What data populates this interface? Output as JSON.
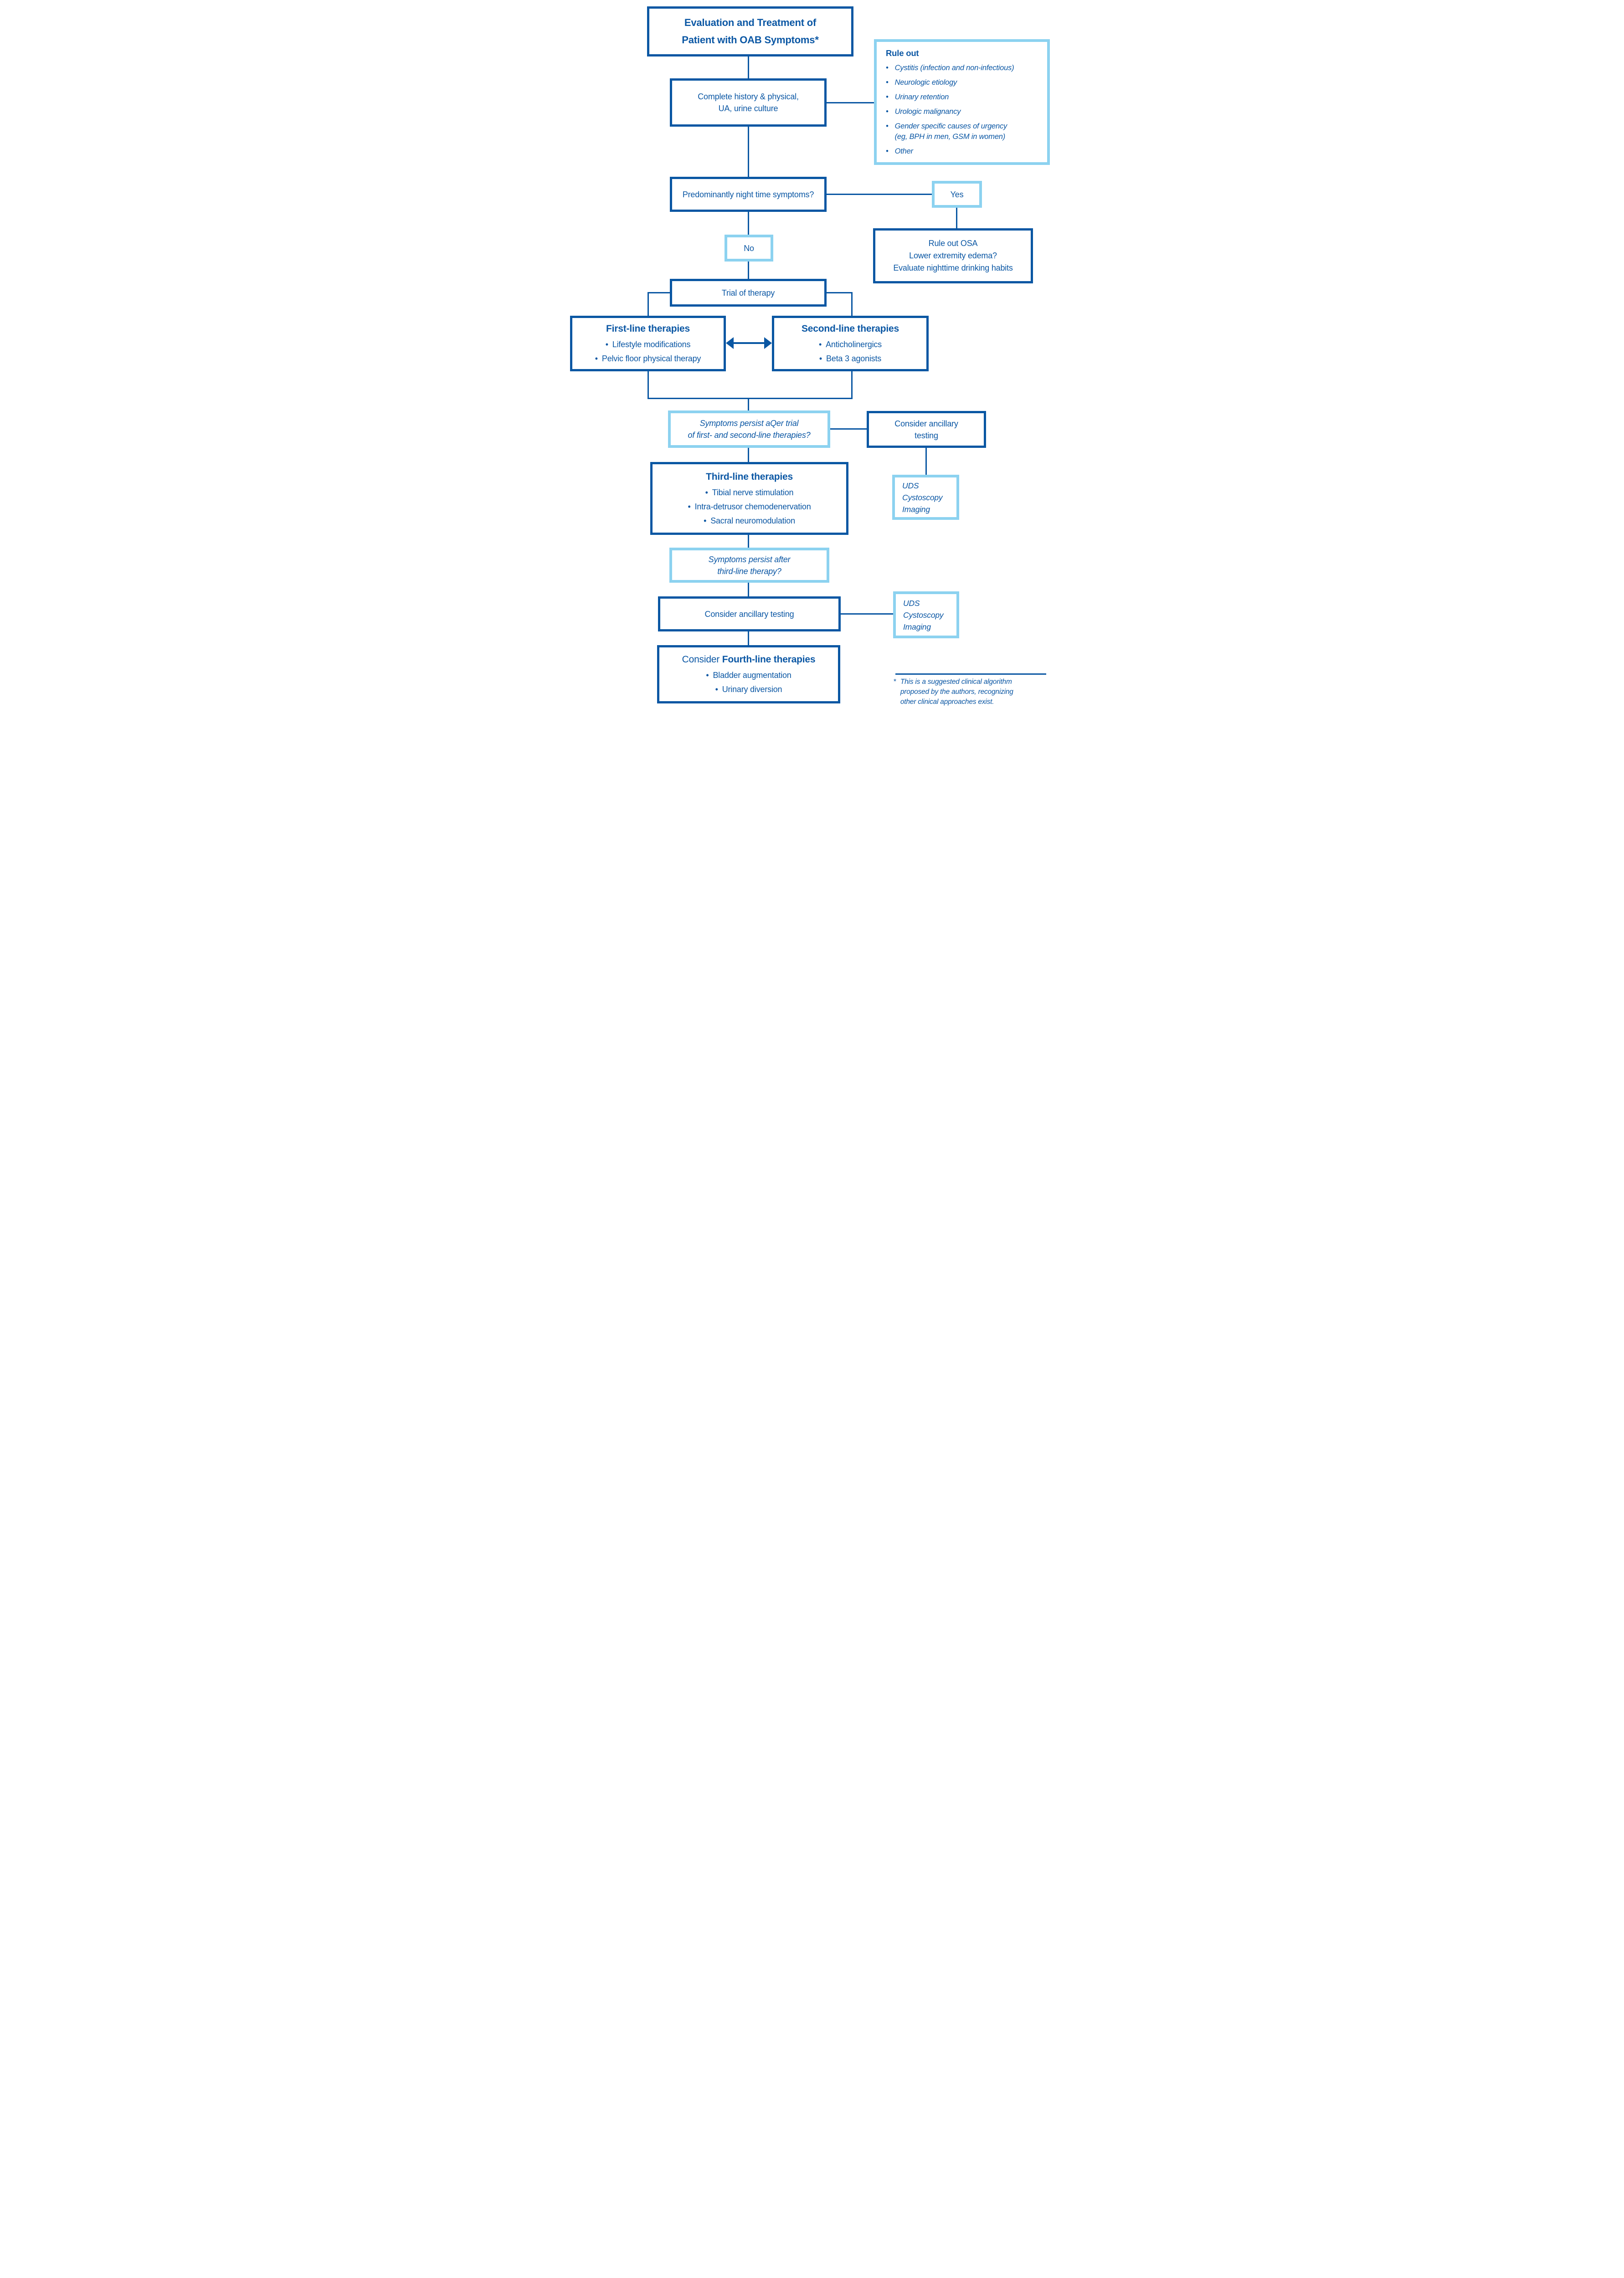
{
  "colors": {
    "dark_blue": "#0A57A3",
    "light_blue": "#8CD2F0",
    "text_blue": "#0B57A4",
    "background": "#FFFFFF"
  },
  "glyphs": {
    "bullet": "•"
  },
  "nodes": {
    "title": "Evaluation and Treatment of\nPatient with OAB Symptoms*",
    "complete_history": "Complete history & physical,\nUA, urine culture",
    "rule_out": {
      "heading": "Rule out",
      "items": [
        "Cystitis (infection and non-infectious)",
        "Neurologic etiology",
        "Urinary retention",
        "Urologic malignancy",
        "Gender specific causes of urgency\n(eg, BPH in men, GSM in women)",
        "Other"
      ]
    },
    "night_symptoms_question": "Predominantly night time symptoms?",
    "yes_label": "Yes",
    "no_label": "No",
    "rule_out_osa": "Rule out OSA\nLower extremity edema?\nEvaluate nighttime drinking habits",
    "trial_of_therapy": "Trial of therapy",
    "first_line": {
      "heading": "First-line therapies",
      "items": [
        "Lifestyle modifications",
        "Pelvic floor physical therapy"
      ]
    },
    "second_line": {
      "heading": "Second-line therapies",
      "items": [
        "Anticholinergics",
        "Beta 3 agonists"
      ]
    },
    "symptoms_persist_1": "Symptoms persist aQer trial\nof first- and second-line therapies?",
    "consider_ancillary_1": "Consider ancillary\ntesting",
    "uds_1": "UDS\nCystoscopy\nImaging",
    "third_line": {
      "heading": "Third-line therapies",
      "items": [
        "Tibial nerve stimulation",
        "Intra-detrusor chemodenervation",
        "Sacral neuromodulation"
      ]
    },
    "symptoms_persist_2": "Symptoms persist after\nthird-line therapy?",
    "consider_ancillary_2": "Consider ancillary testing",
    "uds_2": "UDS\nCystoscopy\nImaging",
    "fourth_line": {
      "prefix": "Consider ",
      "heading": "Fourth-line therapies",
      "items": [
        "Bladder augmentation",
        "Urinary diversion"
      ]
    },
    "footnote": {
      "marker": "*",
      "text": "This is a suggested clinical algorithm\nproposed by the authors, recognizing\nother clinical approaches exist."
    }
  }
}
